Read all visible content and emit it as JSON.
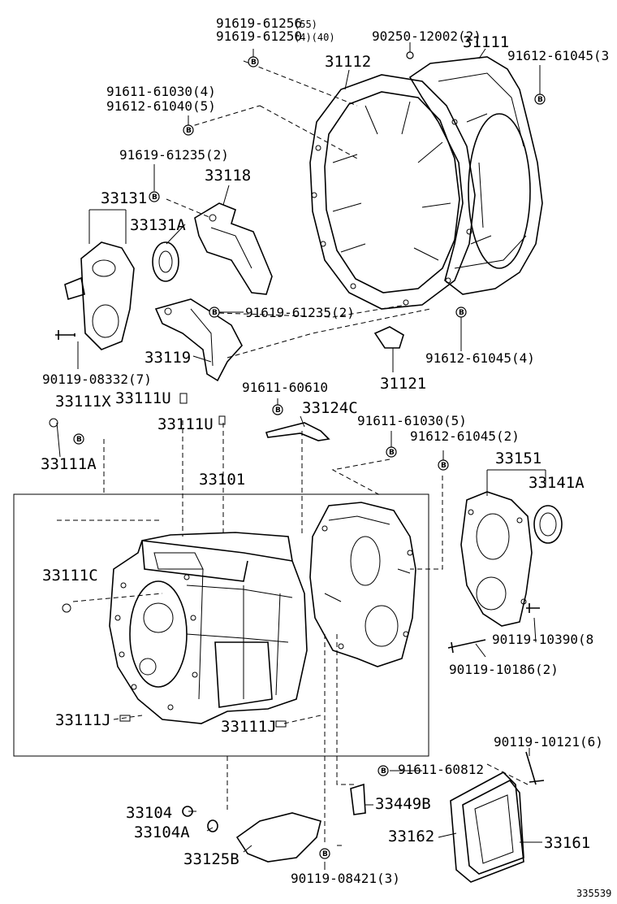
{
  "labels": {
    "p_91619_61256": "91619-61256",
    "p_91619_61250": "91619-61250",
    "p_90250_12002": "90250-12002(2)",
    "p_31111": "31111",
    "p_31112": "31112",
    "p_91612_61045_3": "91612-61045(3",
    "p_91611_61030_4": "91611-61030(4)",
    "p_91612_61040_5": "91612-61040(5)",
    "p_91619_61235_2a": "91619-61235(2)",
    "p_33118": "33118",
    "p_33131": "33131",
    "p_33131a": "33131A",
    "p_91619_61235_2b": "91619-61235(2)",
    "p_33119": "33119",
    "p_91612_61045_4": "91612-61045(4)",
    "p_90119_08332": "90119-08332(7)",
    "p_31121": "31121",
    "p_33111x": "33111X",
    "p_33111u_a": "33111U",
    "p_91611_60610": "91611-60610",
    "p_33124c": "33124C",
    "p_33111u_b": "33111U",
    "p_91611_61030_5": "91611-61030(5)",
    "p_33111a": "33111A",
    "p_91612_61045_2": "91612-61045(2)",
    "p_33101": "33101",
    "p_33151": "33151",
    "p_33141a": "33141A",
    "p_33111c": "33111C",
    "p_90119_10390": "90119-10390(8",
    "p_90119_10186": "90119-10186(2)",
    "p_33111j_a": "33111J",
    "p_33111j_b": "33111J",
    "p_90119_10121": "90119-10121(6)",
    "p_91611_60812": "91611-60812",
    "p_33449b": "33449B",
    "p_33104": "33104",
    "p_33162": "33162",
    "p_33161": "33161",
    "p_33104a": "33104A",
    "p_33125b": "33125B",
    "p_90119_08421": "90119-08421(3)",
    "diagram_id": "335539"
  },
  "bolt_marker": "B"
}
